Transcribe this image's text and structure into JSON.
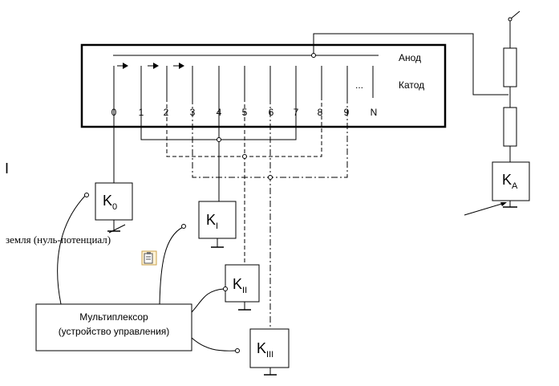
{
  "labels": {
    "anode": "Анод",
    "cathode": "Катод",
    "ellipsis": "...",
    "ground_note": "земля (нуль-потенциал)",
    "multiplexer_line1": "Мультиплексор",
    "multiplexer_line2": "(устройство управления)",
    "cursor_mark": "I"
  },
  "pins": [
    "0",
    "1",
    "2",
    "3",
    "4",
    "5",
    "6",
    "7",
    "8",
    "9",
    "N"
  ],
  "switches": {
    "k0": {
      "main": "K",
      "sub": "0"
    },
    "k1": {
      "main": "K",
      "sub": "I"
    },
    "k2": {
      "main": "K",
      "sub": "II"
    },
    "k3": {
      "main": "K",
      "sub": "III"
    },
    "ka": {
      "main": "K",
      "sub": "A"
    }
  },
  "icons": [
    "clipboard-icon"
  ]
}
